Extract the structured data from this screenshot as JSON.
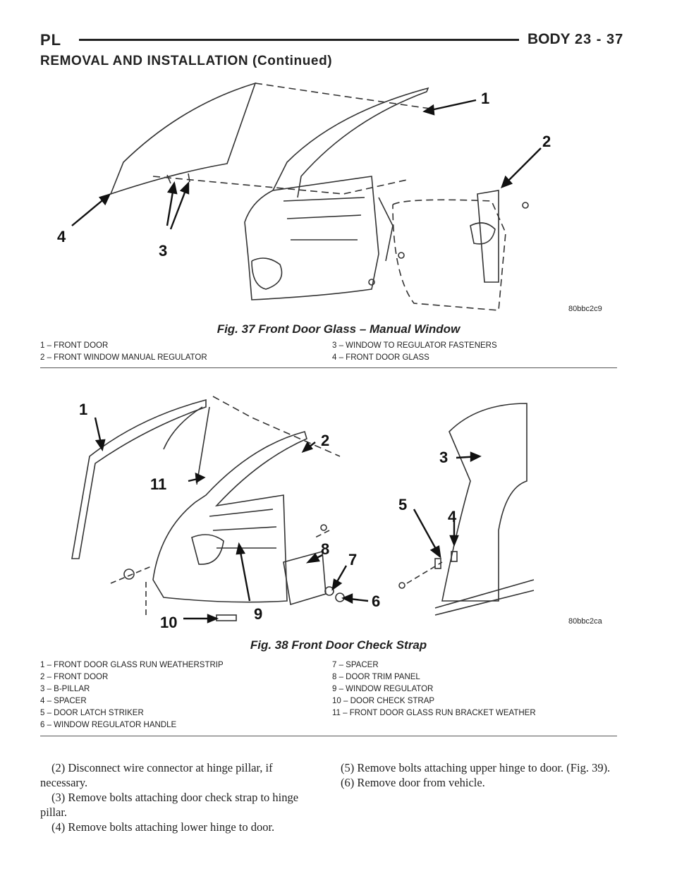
{
  "header": {
    "left": "PL",
    "section": "BODY",
    "page": "23 - 37"
  },
  "section_title": "REMOVAL AND INSTALLATION (Continued)",
  "fig37": {
    "code": "80bbc2c9",
    "caption": "Fig. 37 Front Door Glass – Manual Window",
    "callouts": [
      "1",
      "2",
      "3",
      "4"
    ],
    "legend_left": [
      "1 – FRONT DOOR",
      "2 – FRONT WINDOW MANUAL REGULATOR"
    ],
    "legend_right": [
      "3 – WINDOW TO REGULATOR FASTENERS",
      "4 – FRONT DOOR GLASS"
    ]
  },
  "fig38": {
    "code": "80bbc2ca",
    "caption": "Fig. 38 Front Door Check Strap",
    "callouts": [
      "1",
      "2",
      "3",
      "4",
      "5",
      "6",
      "7",
      "8",
      "9",
      "10",
      "11"
    ],
    "legend_left": [
      "1 – FRONT DOOR GLASS RUN WEATHERSTRIP",
      "2 – FRONT DOOR",
      "3 – B-PILLAR",
      "4 – SPACER",
      "5 – DOOR LATCH STRIKER",
      "6 – WINDOW REGULATOR HANDLE"
    ],
    "legend_right": [
      "7 – SPACER",
      "8 – DOOR TRIM PANEL",
      "9 – WINDOW REGULATOR",
      "10 – DOOR CHECK STRAP",
      "11 – FRONT DOOR GLASS RUN BRACKET WEATHER"
    ]
  },
  "body_left": [
    "(2) Disconnect wire connector at hinge pillar, if necessary.",
    "(3) Remove bolts attaching door check strap to hinge pillar.",
    "(4) Remove bolts attaching lower hinge to door."
  ],
  "body_right": [
    "(5) Remove bolts attaching upper hinge to door. (Fig. 39).",
    "(6) Remove door from vehicle."
  ]
}
